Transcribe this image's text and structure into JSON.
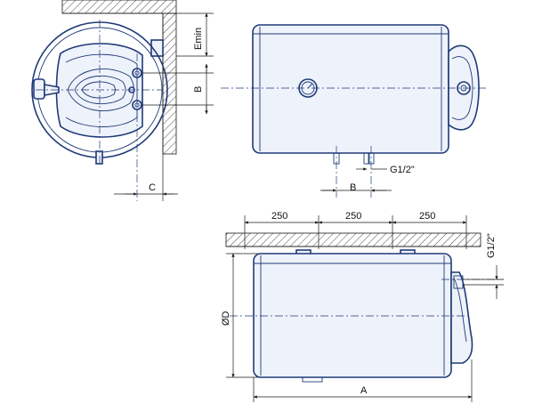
{
  "labels": {
    "emin": "Emin",
    "b_side": "B",
    "c": "C",
    "b_bottom": "B",
    "g_thread_bottom": "G1/2\"",
    "spacing_1": "250",
    "spacing_2": "250",
    "spacing_3": "250",
    "g_thread_side": "G1/2\"",
    "diameter": "ØD",
    "a": "A"
  },
  "colors": {
    "outline": "#1f3a78",
    "dimension_line": "#1a1a1a",
    "background": "#ffffff"
  }
}
